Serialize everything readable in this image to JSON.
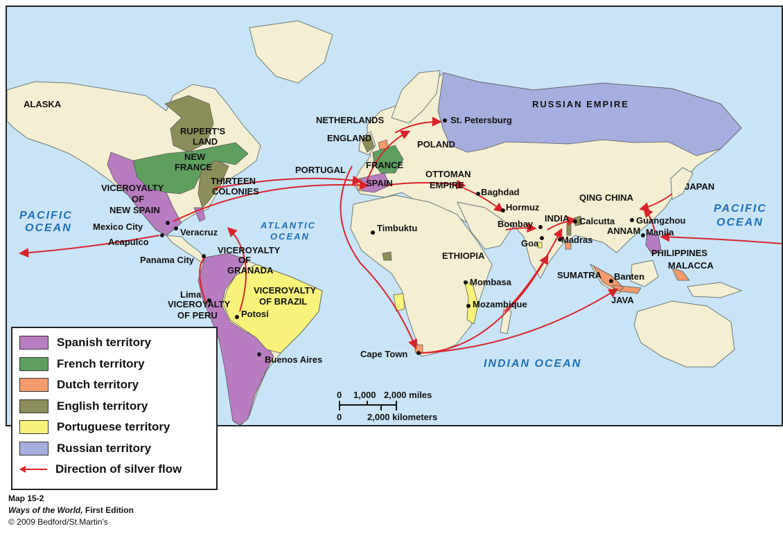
{
  "colors": {
    "ocean": "#c9e4f6",
    "land": "#f4efd2",
    "spanish": "#b87cc0",
    "french": "#5e9f5e",
    "dutch": "#f49a6c",
    "english": "#8c8e59",
    "portuguese": "#f8f37a",
    "russian": "#a6aedf",
    "silver_flow": "#d9232a"
  },
  "oceans": {
    "pacific_west": "PACIFIC",
    "pacific_west_2": "OCEAN",
    "atlantic": "ATLANTIC",
    "atlantic_2": "OCEAN",
    "pacific_east": "PACIFIC",
    "pacific_east_2": "OCEAN",
    "indian": "INDIAN OCEAN"
  },
  "regions": {
    "alaska": "ALASKA",
    "ruperts_land_1": "RUPERT'S",
    "ruperts_land_2": "LAND",
    "new_france_1": "NEW",
    "new_france_2": "FRANCE",
    "thirteen_1": "THIRTEEN",
    "thirteen_2": "COLONIES",
    "new_spain_1": "VICEROYALTY",
    "new_spain_2": "OF",
    "new_spain_3": "NEW SPAIN",
    "granada_1": "VICEROYALTY",
    "granada_2": "OF",
    "granada_3": "GRANADA",
    "brazil_1": "VICEROYALTY",
    "brazil_2": "OF BRAZIL",
    "peru_1": "VICEROYALTY",
    "peru_2": "OF PERU",
    "netherlands": "NETHERLANDS",
    "england": "ENGLAND",
    "poland": "POLAND",
    "france": "FRANCE",
    "portugal": "PORTUGAL",
    "spain": "SPAIN",
    "ottoman_1": "OTTOMAN",
    "ottoman_2": "EMPIRE",
    "russian_empire": "RUSSIAN EMPIRE",
    "japan": "JAPAN",
    "qing": "QING CHINA",
    "india": "INDIA",
    "annam": "ANNAM",
    "philippines": "PHILIPPINES",
    "malacca": "MALACCA",
    "sumatra": "SUMATRA",
    "java": "JAVA",
    "ethiopia": "ETHIOPIA"
  },
  "cities": {
    "mexico_city": "Mexico City",
    "veracruz": "Veracruz",
    "acapulco": "Acapulco",
    "panama_city": "Panama City",
    "lima": "Lima",
    "potosi": "Potosí",
    "buenos_aires": "Buenos Aires",
    "timbuktu": "Timbuktu",
    "st_petersburg": "St. Petersburg",
    "baghdad": "Baghdad",
    "hormuz": "Hormuz",
    "bombay": "Bombay",
    "goa": "Goa",
    "calcutta": "Calcutta",
    "madras": "Madras",
    "guangzhou": "Guangzhou",
    "manila": "Manila",
    "banten": "Banten",
    "mombasa": "Mombasa",
    "mozambique": "Mozambique",
    "cape_town": "Cape Town"
  },
  "scale": {
    "zero_top": "0",
    "t1000": "1,000",
    "t2000_miles": "2,000 miles",
    "zero_bottom": "0",
    "t2000_km": "2,000 kilometers"
  },
  "legend": {
    "items": [
      {
        "label": "Spanish territory",
        "color": "#b87cc0"
      },
      {
        "label": "French territory",
        "color": "#5e9f5e"
      },
      {
        "label": "Dutch territory",
        "color": "#f49a6c"
      },
      {
        "label": "English territory",
        "color": "#8c8e59"
      },
      {
        "label": "Portuguese territory",
        "color": "#f8f37a"
      },
      {
        "label": "Russian territory",
        "color": "#a6aedf"
      }
    ],
    "arrow_label": "Direction of silver flow"
  },
  "credits": {
    "map_id": "Map 15-2",
    "book": "Ways of the World,",
    "edition": " First Edition",
    "copyright": "© 2009 Bedford/St.Martin's"
  }
}
